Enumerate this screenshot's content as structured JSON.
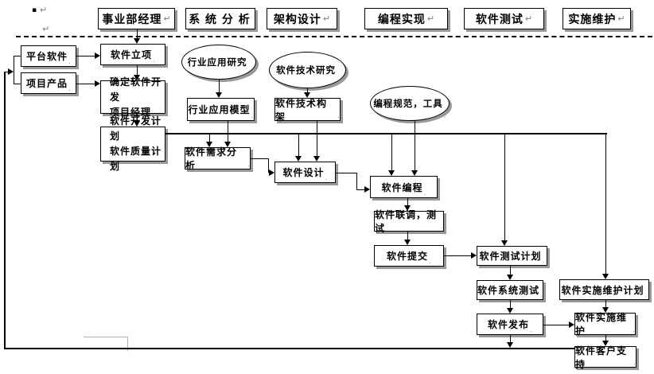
{
  "lanes": [
    {
      "label": "事业部经理",
      "mark": "↵"
    },
    {
      "label": "系 统 分 析",
      "mark": ""
    },
    {
      "label": "架构设计",
      "mark": "↵"
    },
    {
      "label": "编程实现",
      "mark": "↵"
    },
    {
      "label": "软件测试",
      "mark": "↵"
    },
    {
      "label": "实施维护",
      "mark": "↵"
    }
  ],
  "nodes": {
    "platform_software": {
      "label": "平台软件"
    },
    "project_product": {
      "label": "项目产品"
    },
    "project_initiation": {
      "label": "软件立项"
    },
    "appoint_manager": {
      "line1": "确定软件开发",
      "line2": "项目经理"
    },
    "dev_plan": {
      "line1": "软件开发计划",
      "line2": "软件质量计划"
    },
    "industry_model": {
      "label": "行业应用模型"
    },
    "tech_architecture": {
      "label": "软件技术构架"
    },
    "requirements_analysis": {
      "label": "软件需求分析"
    },
    "software_design": {
      "label": "软件设计"
    },
    "software_coding": {
      "label": "软件编程"
    },
    "joint_debug_test": {
      "label": "软件联调，测试"
    },
    "software_submission": {
      "label": "软件提交"
    },
    "test_plan": {
      "label": "软件测试计划"
    },
    "system_test": {
      "label": "软件系统测试"
    },
    "maintenance_plan": {
      "label": "软件实施维护计划"
    },
    "software_release": {
      "label": "软件发布"
    },
    "implementation_maintenance": {
      "label": "软件实施维护"
    },
    "customer_support": {
      "label": "软件客户支持"
    }
  },
  "ellipses": {
    "industry_research": {
      "label": "行业应用研究"
    },
    "tech_research": {
      "label": "软件技术研究"
    },
    "coding_standards": {
      "label": "编程规范，工具"
    }
  },
  "artifacts": {
    "bullet": "▪",
    "pilcrow": "↵",
    "node_mark": "."
  },
  "colors": {
    "line": "#000000",
    "shadow": "#999999",
    "artifact": "#808080",
    "background": "#ffffff"
  }
}
